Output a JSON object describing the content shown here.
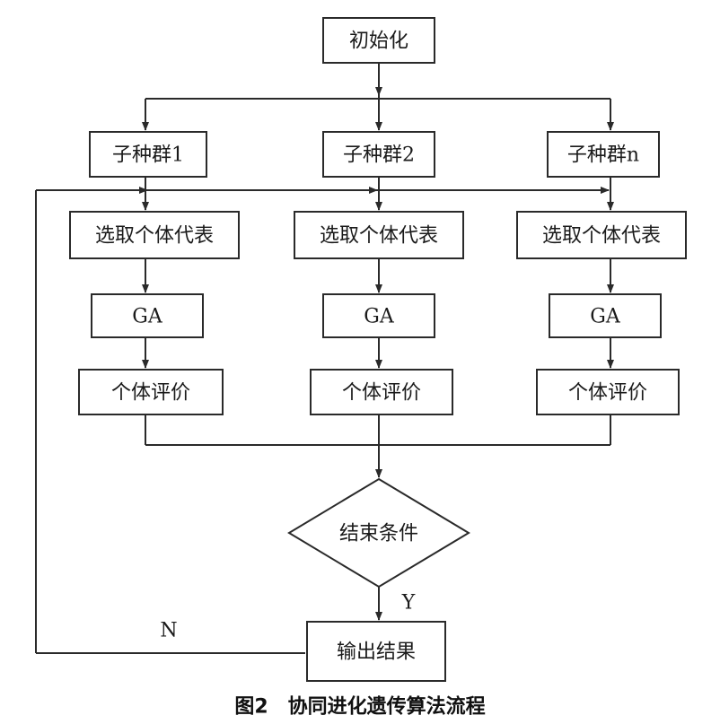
{
  "nodes": {
    "init": "初始化",
    "subpop1": "子种群1",
    "subpop2": "子种群2",
    "subpopn": "子种群n",
    "select": "选取个体代表",
    "ga": "GA",
    "evaluate": "个体评价",
    "end_condition": "结束条件",
    "output": "输出结果"
  },
  "edges": {
    "yes": "Y",
    "no": "N"
  },
  "caption": "图2　协同进化遗传算法流程"
}
